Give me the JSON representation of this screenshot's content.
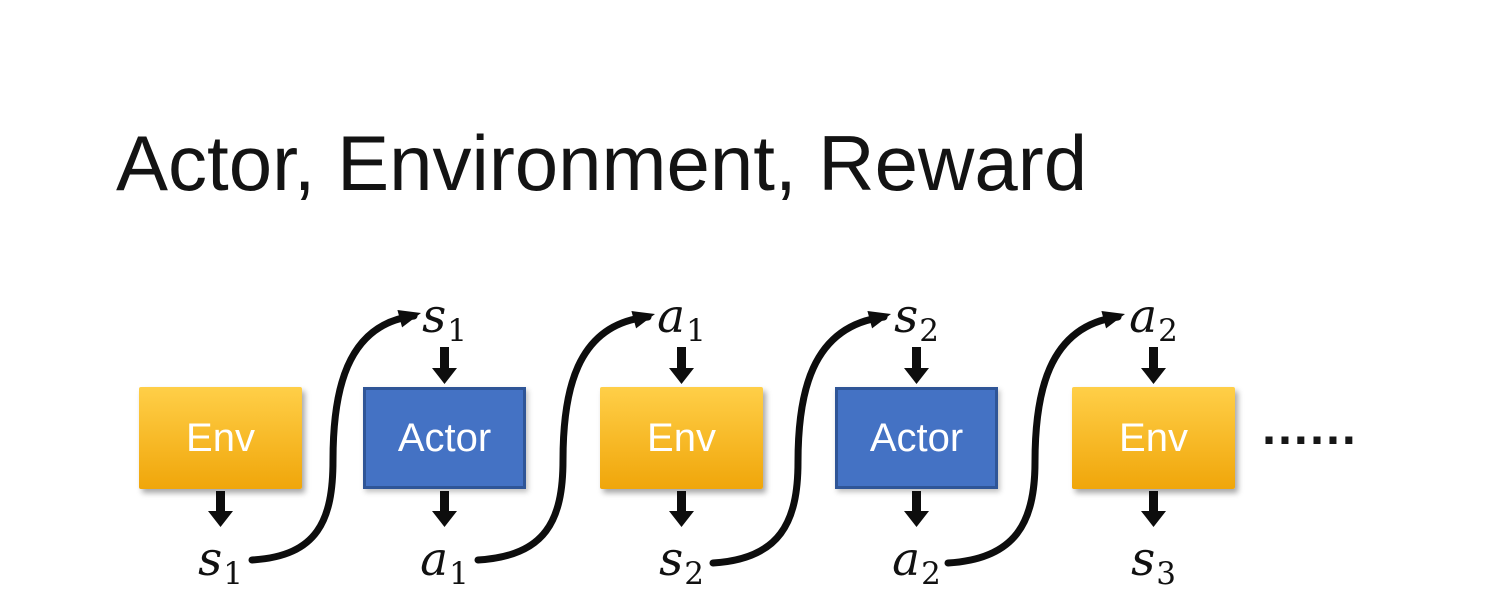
{
  "title": "Actor, Environment, Reward",
  "colors": {
    "background": "#FFFFFF",
    "title_text": "#131313",
    "env_gradient_top": "#FFCF48",
    "env_gradient_bottom": "#F0A60A",
    "actor_fill": "#4472C4",
    "actor_border": "#2F5597",
    "box_text": "#FFFFFF",
    "arrow": "#0D0D0D"
  },
  "diagram": {
    "boxes": [
      {
        "label": "Env"
      },
      {
        "label": "Actor"
      },
      {
        "label": "Env"
      },
      {
        "label": "Actor"
      },
      {
        "label": "Env"
      }
    ],
    "top_labels": [
      {
        "base": "s",
        "sub": "1"
      },
      {
        "base": "a",
        "sub": "1"
      },
      {
        "base": "s",
        "sub": "2"
      },
      {
        "base": "a",
        "sub": "2"
      }
    ],
    "bottom_labels": [
      {
        "base": "s",
        "sub": "1"
      },
      {
        "base": "a",
        "sub": "1"
      },
      {
        "base": "s",
        "sub": "2"
      },
      {
        "base": "a",
        "sub": "2"
      },
      {
        "base": "s",
        "sub": "3"
      }
    ],
    "ellipsis": "……"
  }
}
